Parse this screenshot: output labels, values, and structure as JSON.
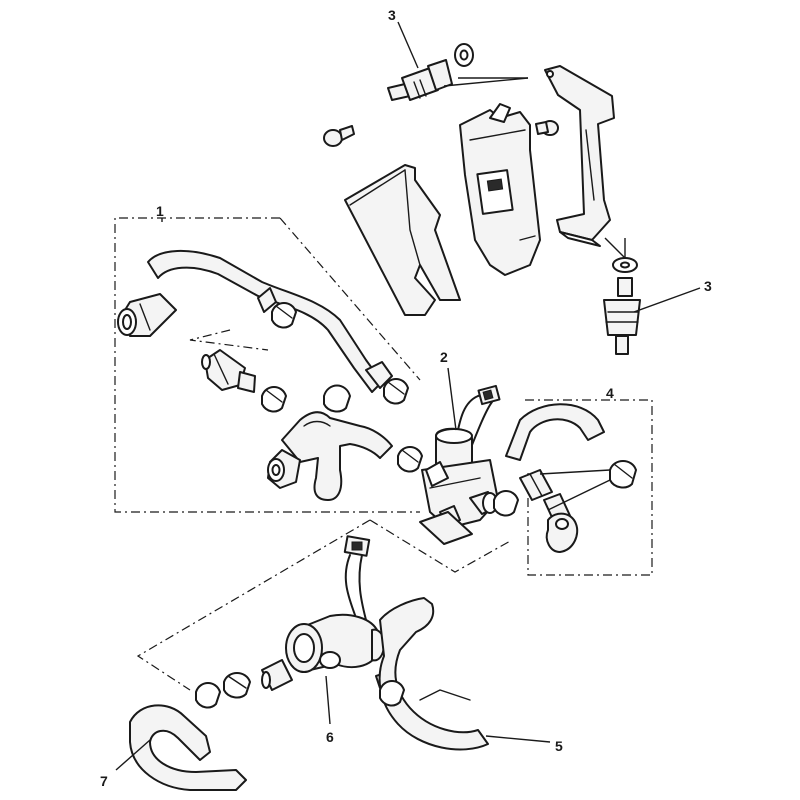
{
  "callouts": {
    "c1": "1",
    "c2": "2",
    "c3_top": "3",
    "c3_right": "3",
    "c4": "4",
    "c5": "5",
    "c6": "6",
    "c7": "7"
  },
  "colors": {
    "line": "#1a1a1a",
    "fill": "#f4f4f4",
    "background": "#ffffff"
  }
}
